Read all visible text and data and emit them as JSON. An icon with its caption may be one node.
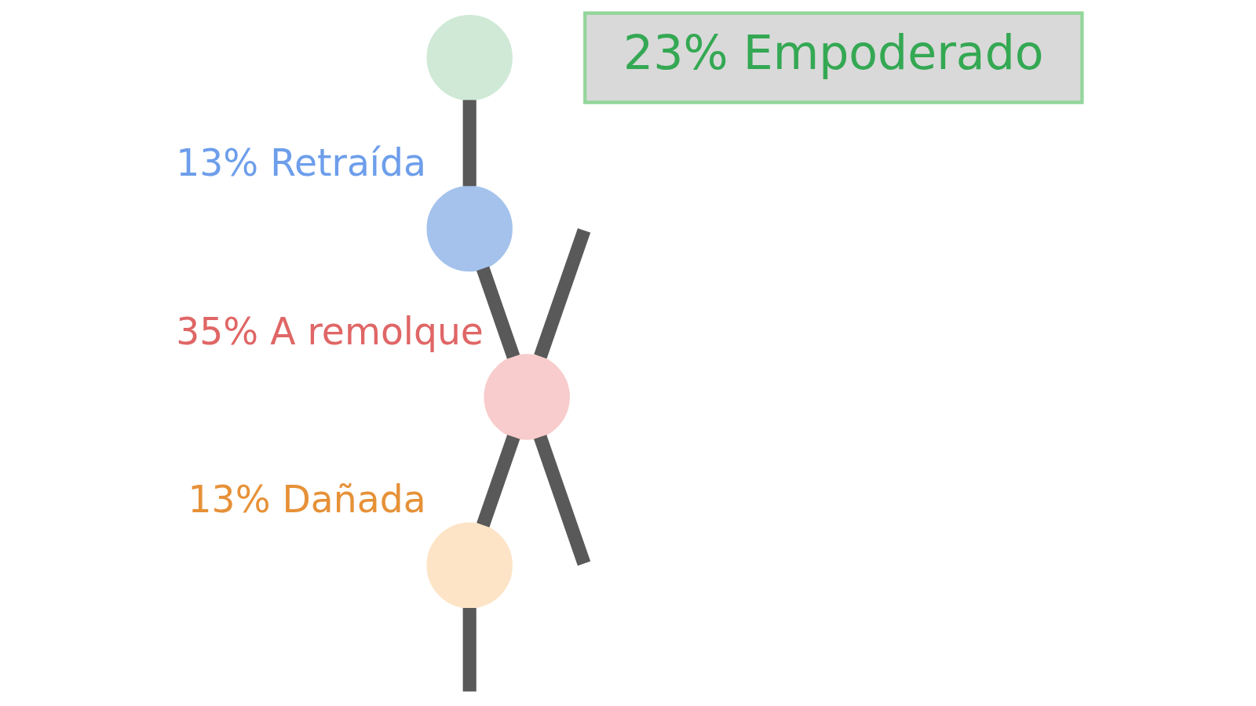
{
  "diagram": {
    "nodes": [
      {
        "text": [],
        "shape": "circle"
      },
      {
        "text": [
          "23% Empoderado"
        ]
      },
      {
        "text": [],
        "shape": "circle",
        "beside": [
          "13% Retraída"
        ]
      },
      {
        "text": [],
        "shape": "circle",
        "beside": [
          "35% A remolque"
        ]
      },
      {
        "text": [],
        "shape": "circle",
        "beside": [
          "13% Dañada"
        ]
      }
    ],
    "edges": [
      {
        "from": 0,
        "to": 2,
        "arrow": "none"
      },
      {
        "from": 2,
        "to": 3,
        "arrow": "none"
      },
      {
        "from": 3,
        "to": 4,
        "arrow": "none"
      },
      {
        "from": 4,
        "to": null,
        "arrow": "none"
      },
      {
        "from": null,
        "to": 3,
        "arrow": "none"
      },
      {
        "from": 3,
        "to": null,
        "arrow": "none"
      }
    ]
  }
}
